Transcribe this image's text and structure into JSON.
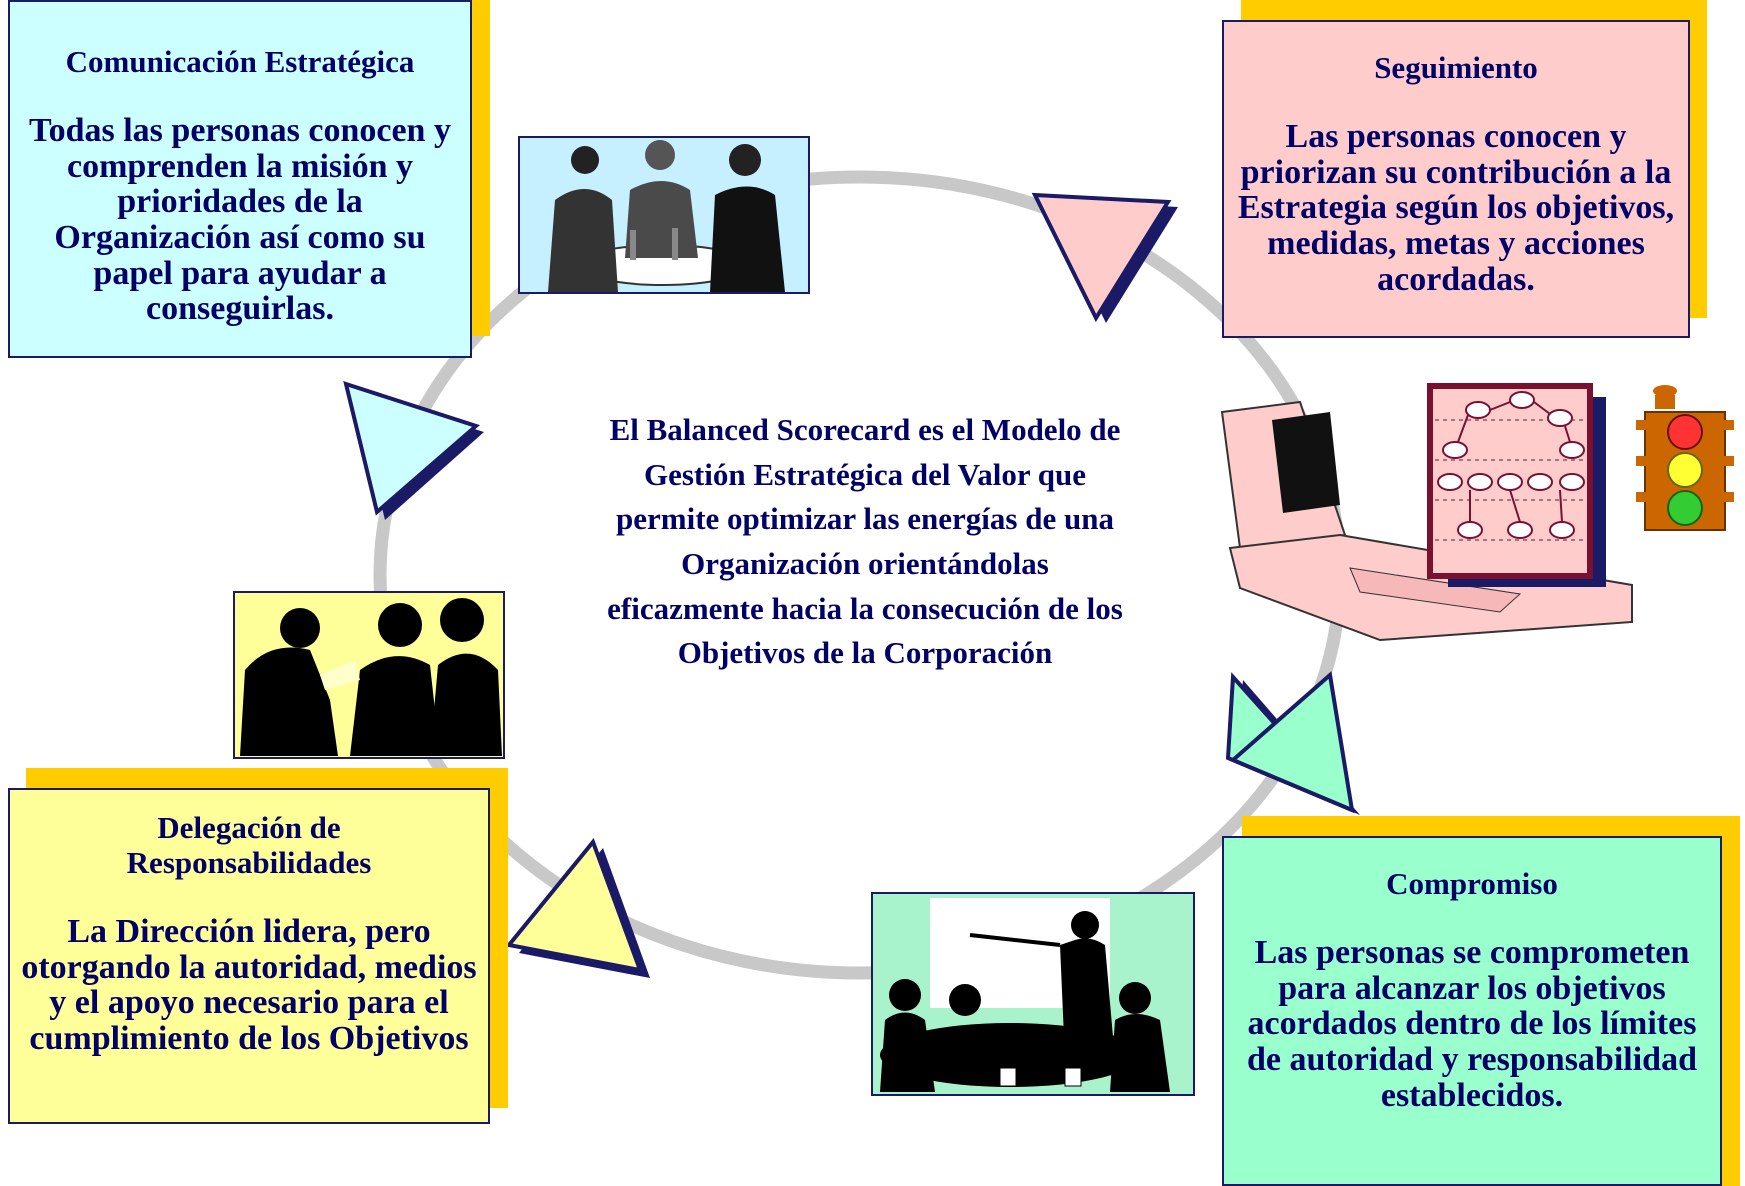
{
  "center_text": "El Balanced Scorecard es el Modelo de Gestión Estratégica del Valor que permite optimizar las energías de una Organización orientándolas eficazmente hacia  la consecución de los Objetivos de la Corporación",
  "boxes": {
    "comunicacion": {
      "title": "Comunicación Estratégica",
      "body": "Todas las personas conocen y comprenden la misión y prioridades de la Organización así como su papel para ayudar a conseguirlas.",
      "fill": "#ccffff"
    },
    "seguimiento": {
      "title": "Seguimiento",
      "body": "Las personas conocen y priorizan su contribución a la Estrategia según los objetivos, medidas, metas y acciones acordadas.",
      "fill": "#ffcccc"
    },
    "compromiso": {
      "title": "Compromiso",
      "body": "Las personas se comprometen para alcanzar los objetivos acordados dentro de los límites de autoridad y responsabilidad establecidos.",
      "fill": "#99ffcc"
    },
    "delegacion": {
      "title": "Delegación de Responsabilidades",
      "body": "La Dirección lidera, pero otorgando la autoridad, medios y el apoyo necesario para el cumplimiento de los Objetivos",
      "fill": "#ffff99"
    }
  },
  "colors": {
    "shadow": "#ffcc00",
    "border": "#1a1a66",
    "text": "#000066",
    "ring": "#c8c8c8"
  },
  "icons": [
    "meeting-clipart-icon",
    "laptop-chart-icon",
    "traffic-light-icon",
    "presentation-clipart-icon",
    "silhouettes-clipart-icon"
  ]
}
